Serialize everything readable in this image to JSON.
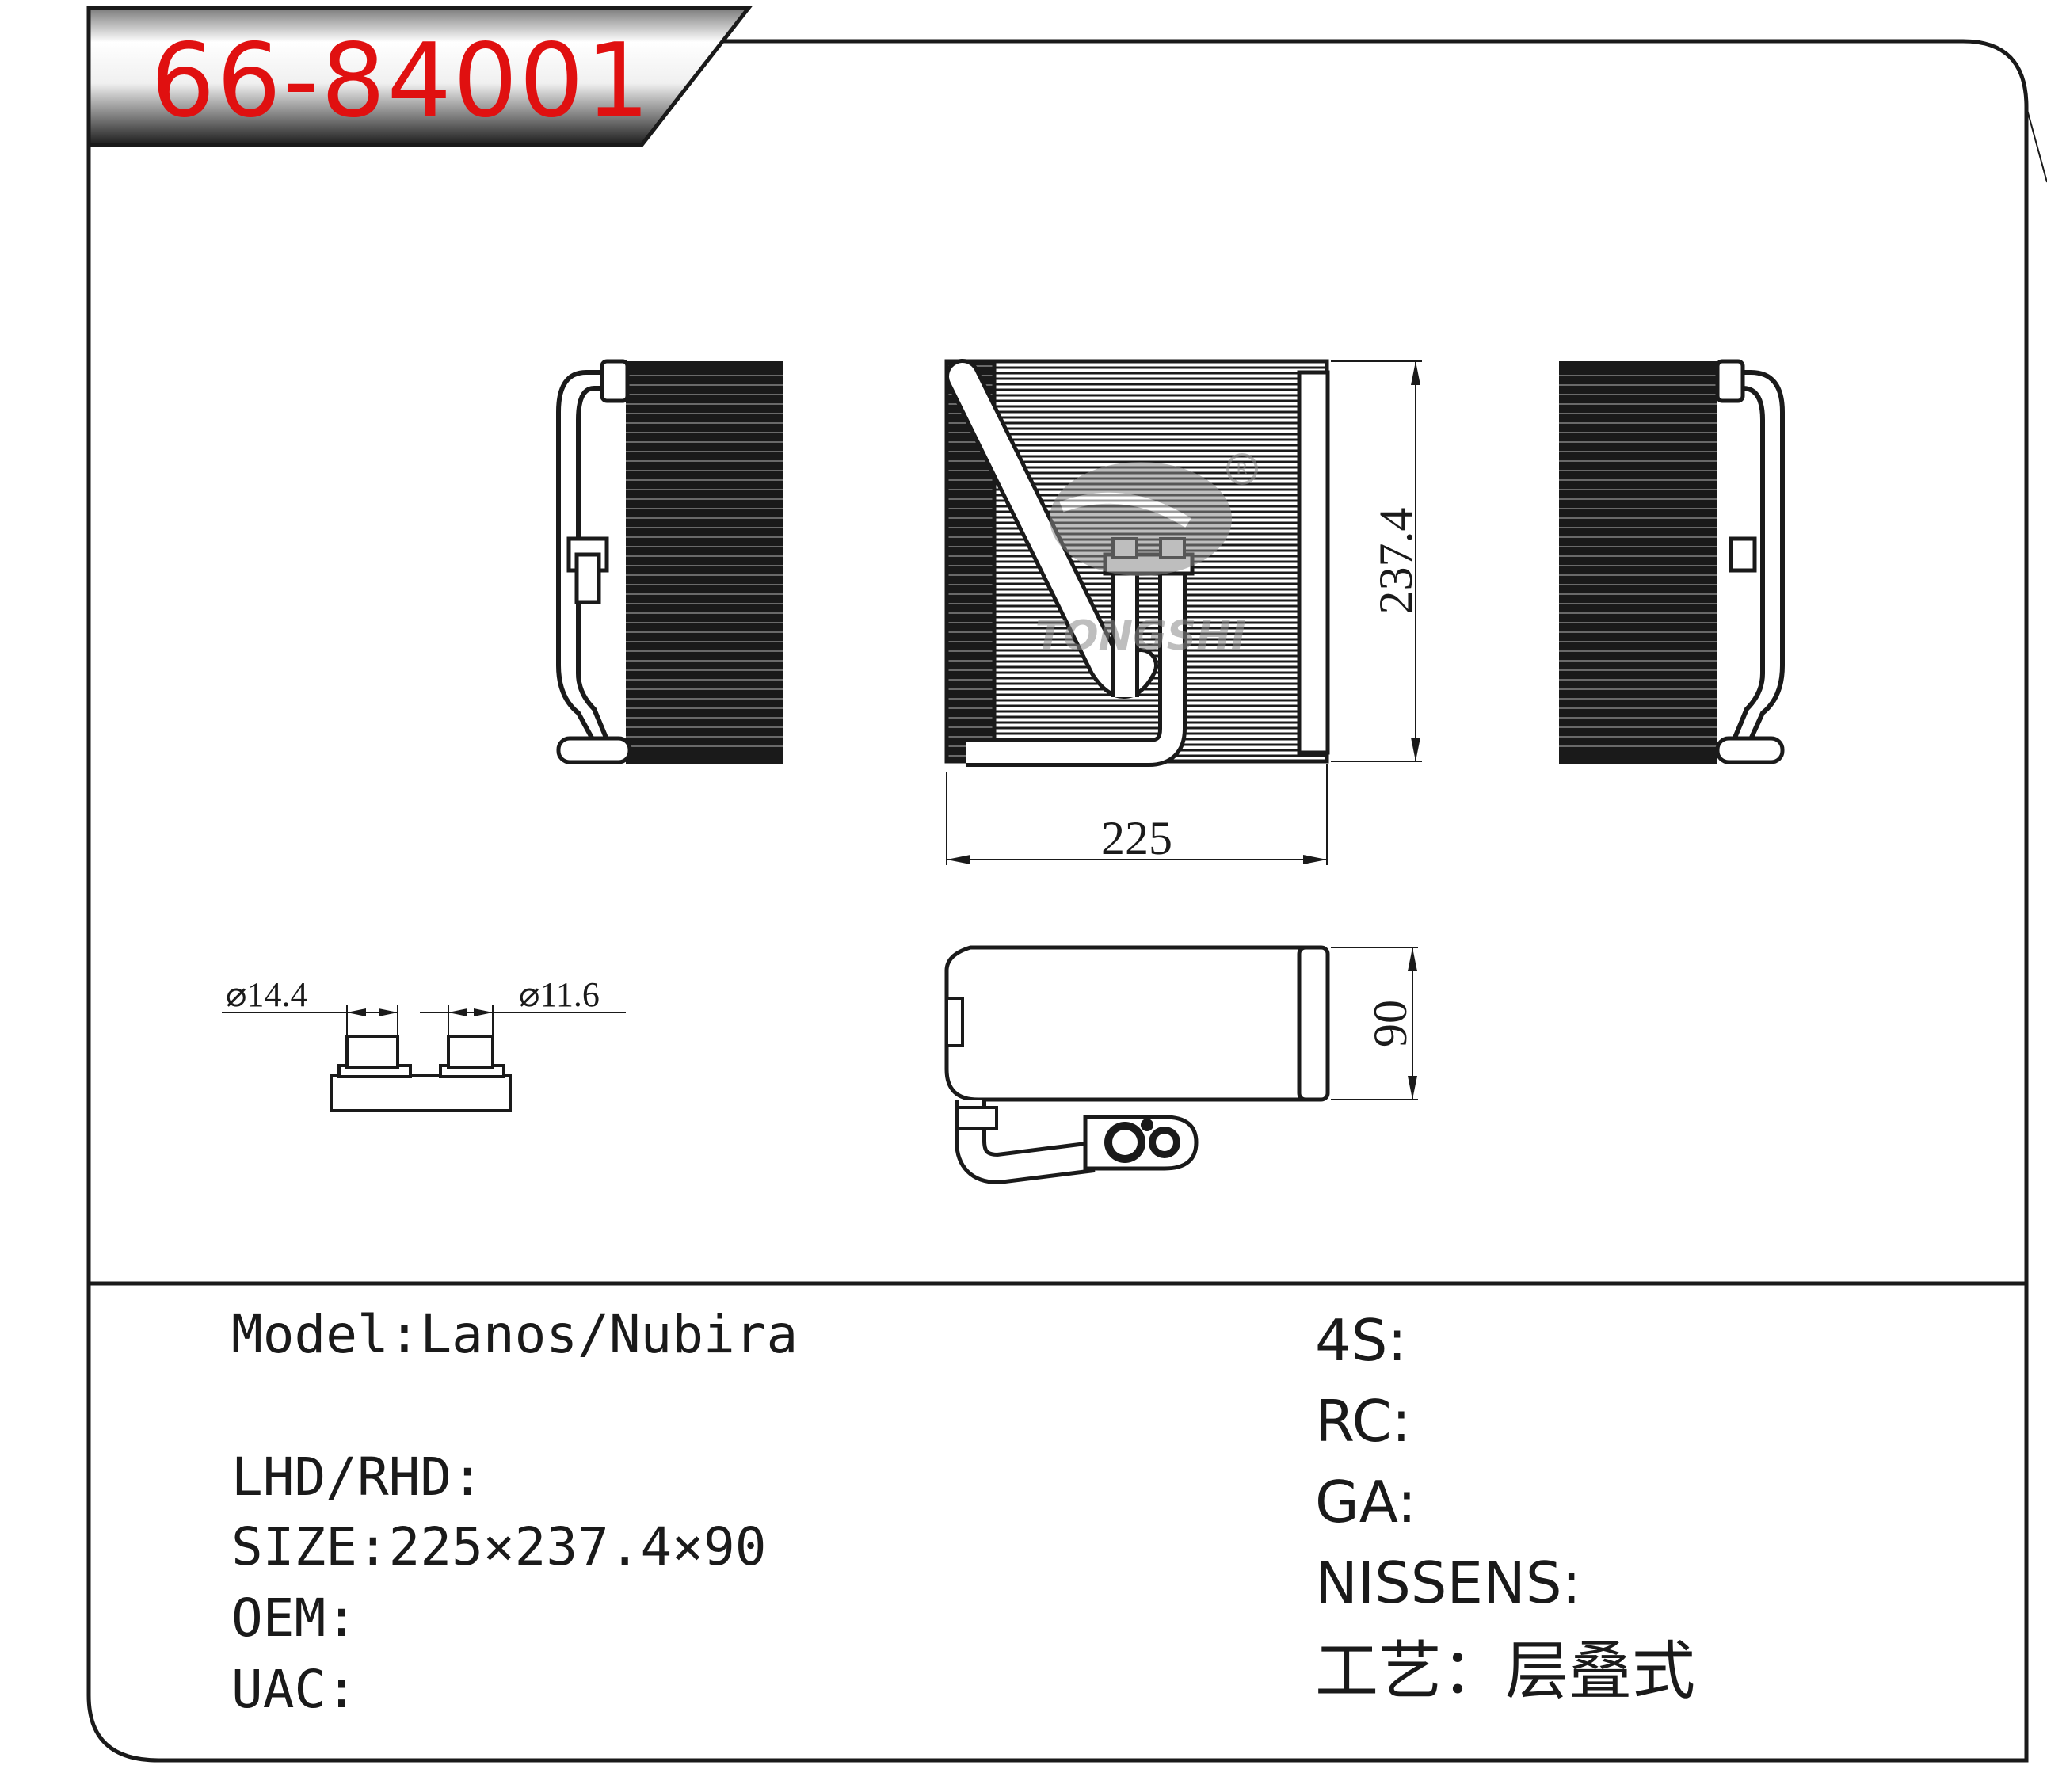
{
  "header": {
    "part_number": "66-84001"
  },
  "watermark": {
    "brand": "TONGSHI",
    "registered_mark": "R"
  },
  "drawing": {
    "dim_width": "225",
    "dim_height": "237.4",
    "dim_depth": "90",
    "pipe_dia_a": "⌀14.4",
    "pipe_dia_b": "⌀11.6"
  },
  "info": {
    "model": "Model:Lanos/Nubira",
    "lhd_rhd": "LHD/RHD:",
    "size": "SIZE:225×237.4×90",
    "oem": "OEM:",
    "uac": "UAC:",
    "s4": "4S:",
    "rc": "RC:",
    "ga": "GA:",
    "nissens": "NISSENS:",
    "process": "工艺：层叠式"
  },
  "colors": {
    "title_red": "#e01010",
    "line": "#1a1a1a"
  }
}
